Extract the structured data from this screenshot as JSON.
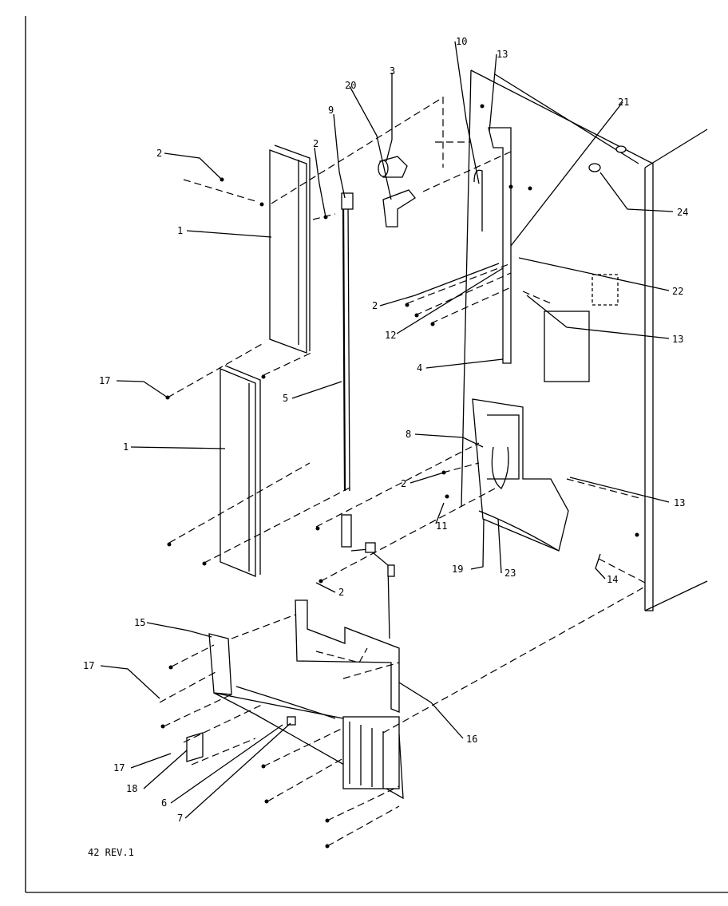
{
  "diagram": {
    "revision": "42 REV.1",
    "callouts": [
      {
        "id": "c2a",
        "label": "2"
      },
      {
        "id": "c1a",
        "label": "1"
      },
      {
        "id": "c2b",
        "label": "2"
      },
      {
        "id": "c9",
        "label": "9"
      },
      {
        "id": "c20",
        "label": "20"
      },
      {
        "id": "c3",
        "label": "3"
      },
      {
        "id": "c10",
        "label": "10"
      },
      {
        "id": "c13a",
        "label": "13"
      },
      {
        "id": "c21",
        "label": "21"
      },
      {
        "id": "c24",
        "label": "24"
      },
      {
        "id": "c22",
        "label": "22"
      },
      {
        "id": "c2c",
        "label": "2"
      },
      {
        "id": "c12",
        "label": "12"
      },
      {
        "id": "c13b",
        "label": "13"
      },
      {
        "id": "c4",
        "label": "4"
      },
      {
        "id": "c17a",
        "label": "17"
      },
      {
        "id": "c5",
        "label": "5"
      },
      {
        "id": "c1b",
        "label": "1"
      },
      {
        "id": "c8",
        "label": "8"
      },
      {
        "id": "c2d",
        "label": "2"
      },
      {
        "id": "c11",
        "label": "11"
      },
      {
        "id": "c13c",
        "label": "13"
      },
      {
        "id": "c19",
        "label": "19"
      },
      {
        "id": "c23",
        "label": "23"
      },
      {
        "id": "c14",
        "label": "14"
      },
      {
        "id": "c2e",
        "label": "2"
      },
      {
        "id": "c15",
        "label": "15"
      },
      {
        "id": "c17b",
        "label": "17"
      },
      {
        "id": "c16",
        "label": "16"
      },
      {
        "id": "c17c",
        "label": "17"
      },
      {
        "id": "c18",
        "label": "18"
      },
      {
        "id": "c6",
        "label": "6"
      },
      {
        "id": "c7",
        "label": "7"
      }
    ]
  }
}
